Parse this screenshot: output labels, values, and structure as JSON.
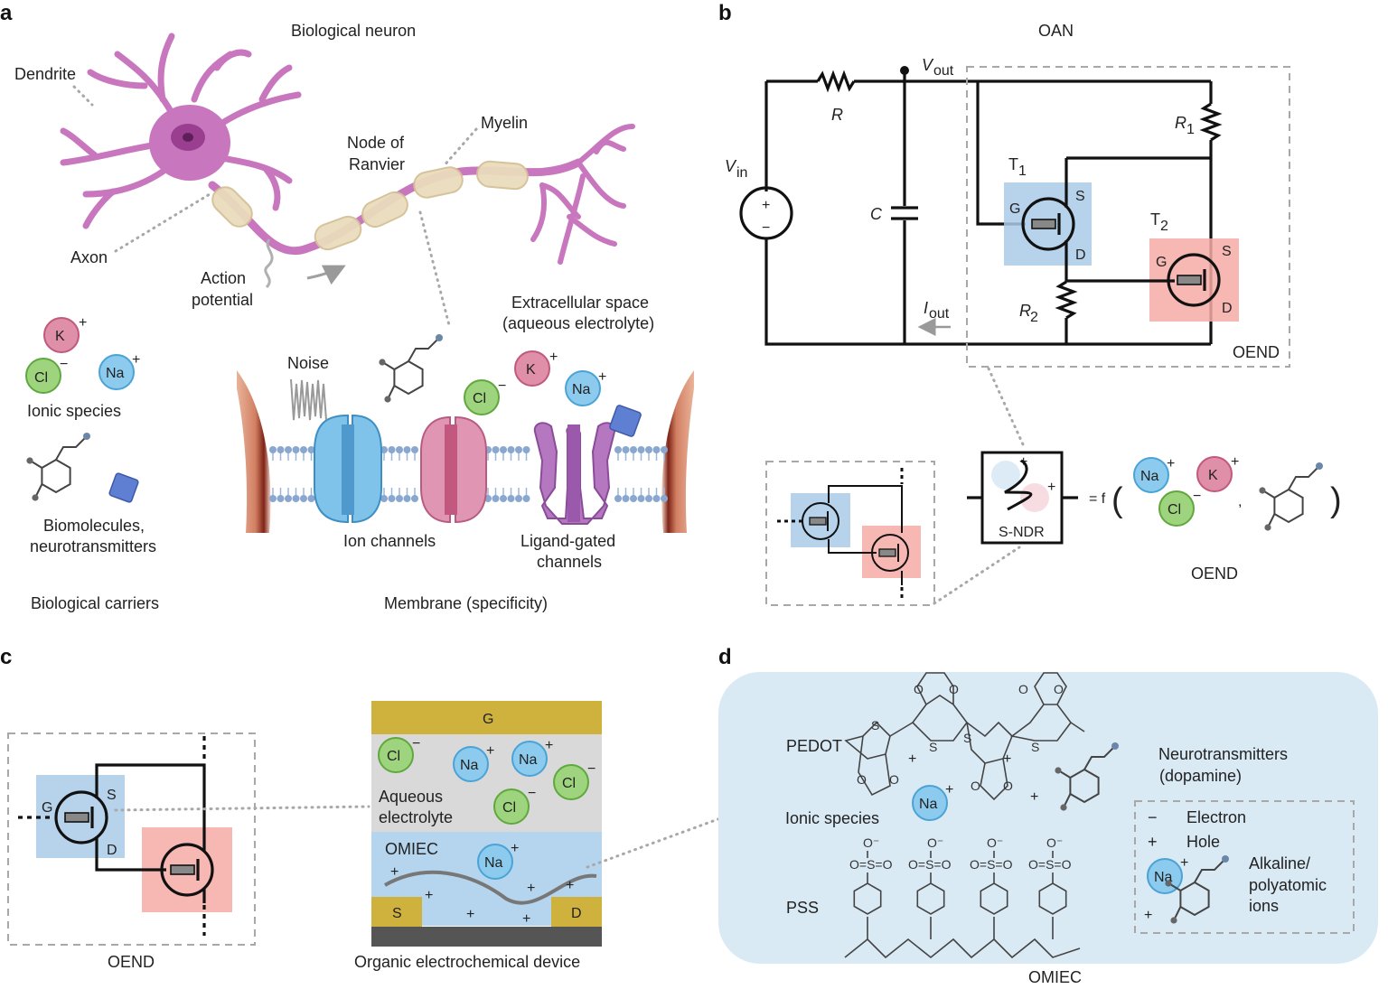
{
  "panels": {
    "a": "a",
    "b": "b",
    "c": "c",
    "d": "d"
  },
  "panel_a": {
    "title": "Biological neuron",
    "dendrite": "Dendrite",
    "axon": "Axon",
    "node_line1": "Node of",
    "node_line2": "Ranvier",
    "myelin": "Myelin",
    "ap_line1": "Action",
    "ap_line2": "potential",
    "ionic_species": "Ionic species",
    "bio_line1": "Biomolecules,",
    "bio_line2": "neurotransmitters",
    "carriers": "Biological carriers",
    "noise": "Noise",
    "extra_line1": "Extracellular space",
    "extra_line2": "(aqueous electrolyte)",
    "ion_channels": "Ion channels",
    "ligand_line1": "Ligand-gated",
    "ligand_line2": "channels",
    "membrane": "Membrane (specificity)"
  },
  "ions": {
    "k": "K",
    "na": "Na",
    "cl": "Cl",
    "plus": "+",
    "minus": "−",
    "colors": {
      "k": "#e08fa8",
      "na": "#8ccbee",
      "cl": "#9fd47e",
      "k_edge": "#c2587d",
      "na_edge": "#4aa3d6",
      "cl_edge": "#5fa83d"
    }
  },
  "panel_b": {
    "title": "OAN",
    "r": "R",
    "vout": "V",
    "vout_sub": "out",
    "vin": "V",
    "vin_sub": "in",
    "c": "C",
    "iout": "I",
    "iout_sub": "out",
    "r1": "R",
    "r1_sub": "1",
    "r2": "R",
    "r2_sub": "2",
    "t1": "T",
    "t1_sub": "1",
    "t2": "T",
    "t2_sub": "2",
    "g": "G",
    "s": "S",
    "d": "D",
    "oend": "OEND",
    "sndr": "S-NDR",
    "eq": "= f",
    "paren_open": "(",
    "paren_close": ")",
    "comma": ",",
    "oend_bottom": "OEND",
    "plus_sign": "+",
    "minus_sign": "−"
  },
  "panel_c": {
    "g": "G",
    "s": "S",
    "d": "D",
    "oend": "OEND",
    "gate": "G",
    "aqueous_line1": "Aqueous",
    "aqueous_line2": "electrolyte",
    "omiec": "OMIEC",
    "source": "S",
    "drain": "D",
    "device": "Organic electrochemical device"
  },
  "panel_d": {
    "pedot": "PEDOT",
    "pss": "PSS",
    "ionic_species": "Ionic species",
    "neuro_line1": "Neurotransmitters",
    "neuro_line2": "(dopamine)",
    "electron": "Electron",
    "hole": "Hole",
    "alk_line1": "Alkaline/",
    "alk_line2": "polyatomic",
    "alk_line3": "ions",
    "omiec": "OMIEC",
    "s_atom": "S",
    "o_atom": "O",
    "o_minus": "O⁻",
    "oso": "O=S=O",
    "minus": "−",
    "plus": "+"
  }
}
